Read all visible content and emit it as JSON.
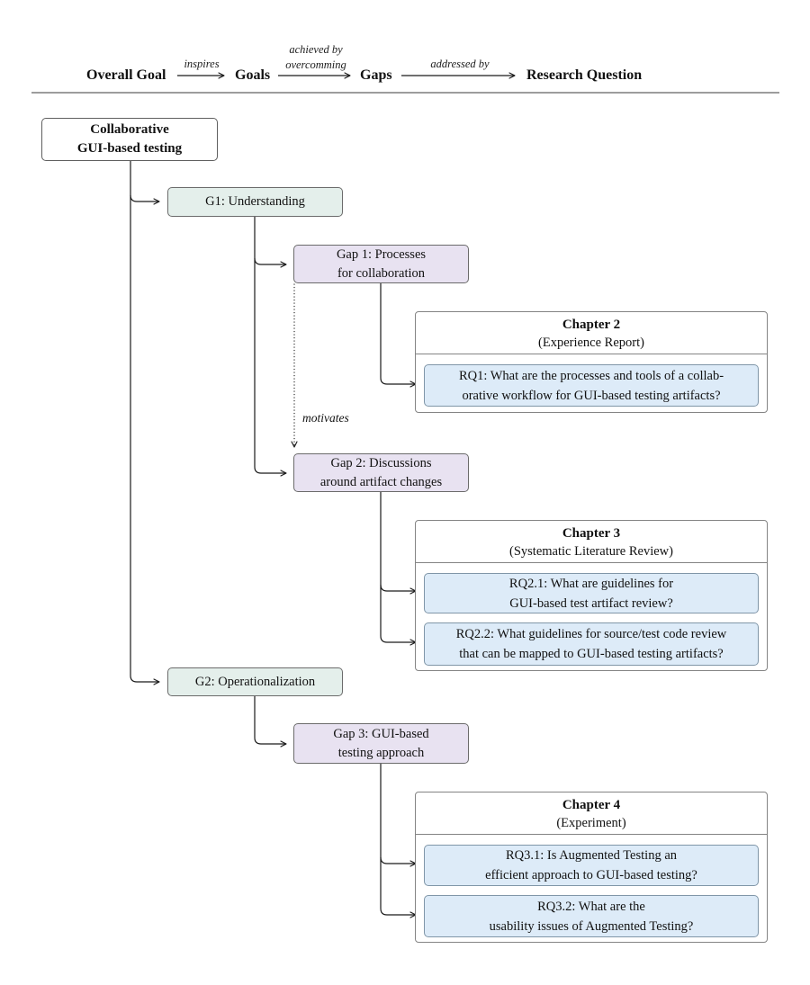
{
  "legend": {
    "nodes": [
      {
        "label": "Overall Goal"
      },
      {
        "label": "Goals"
      },
      {
        "label": "Gaps"
      },
      {
        "label": "Research Question"
      }
    ],
    "arrow_labels": [
      {
        "line1": "inspires"
      },
      {
        "line1": "achieved by",
        "line2": "overcomming"
      },
      {
        "line1": "addressed by"
      }
    ]
  },
  "root": {
    "line1": "Collaborative",
    "line2": "GUI-based testing"
  },
  "goals": [
    {
      "label": "G1: Understanding"
    },
    {
      "label": "G2: Operationalization"
    }
  ],
  "gaps": [
    {
      "line1": "Gap 1: Processes",
      "line2": "for collaboration"
    },
    {
      "line1": "Gap 2: Discussions",
      "line2": "around artifact changes"
    },
    {
      "line1": "Gap 3: GUI-based",
      "line2": "testing approach"
    }
  ],
  "motivates_label": "motivates",
  "chapters": [
    {
      "title": "Chapter 2",
      "subtitle": "(Experience Report)",
      "rqs": [
        {
          "line1": "RQ1: What are the processes and tools of a collab-",
          "line2": "orative workflow for GUI-based testing artifacts?"
        }
      ]
    },
    {
      "title": "Chapter 3",
      "subtitle": "(Systematic Literature Review)",
      "rqs": [
        {
          "line1": "RQ2.1: What are guidelines for",
          "line2": "GUI-based test artifact review?"
        },
        {
          "line1": "RQ2.2: What guidelines for source/test code review",
          "line2": "that can be mapped to GUI-based testing artifacts?"
        }
      ]
    },
    {
      "title": "Chapter 4",
      "subtitle": "(Experiment)",
      "rqs": [
        {
          "line1": "RQ3.1: Is Augmented Testing an",
          "line2": "efficient approach to GUI-based testing?"
        },
        {
          "line1": "RQ3.2: What are the",
          "line2": "usability issues of Augmented Testing?"
        }
      ]
    }
  ],
  "colors": {
    "goal_fill": "#e4efeb",
    "gap_fill": "#e8e2f1",
    "rq_fill": "#ddebf8",
    "rq_border": "#8096a8",
    "box_border": "#6b6b6b",
    "chapter_border": "#848484",
    "line": "#1a1a1a"
  }
}
